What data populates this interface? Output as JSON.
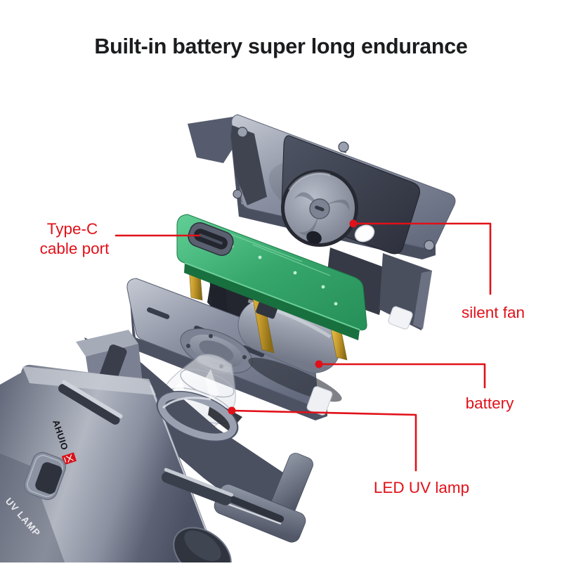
{
  "title": {
    "text": "Built-in battery super long endurance"
  },
  "colors": {
    "background": "#ffffff",
    "title_color": "#1b1c1e",
    "accent_red": "#e11119",
    "pcb_green": "#37a76c",
    "metal_gray": "#8b91a2",
    "fan_dark": "#2c2f3a",
    "standoff_gold": "#c59a2b"
  },
  "callouts": {
    "type_c": {
      "line1": "Type-C",
      "line2": "cable port"
    },
    "silent_fan": {
      "label": "silent fan"
    },
    "battery": {
      "label": "battery"
    },
    "led_uv_lamp": {
      "label": "LED UV lamp"
    }
  },
  "device": {
    "brand_text": "AHUIO",
    "body_text": "UV LAMP"
  }
}
